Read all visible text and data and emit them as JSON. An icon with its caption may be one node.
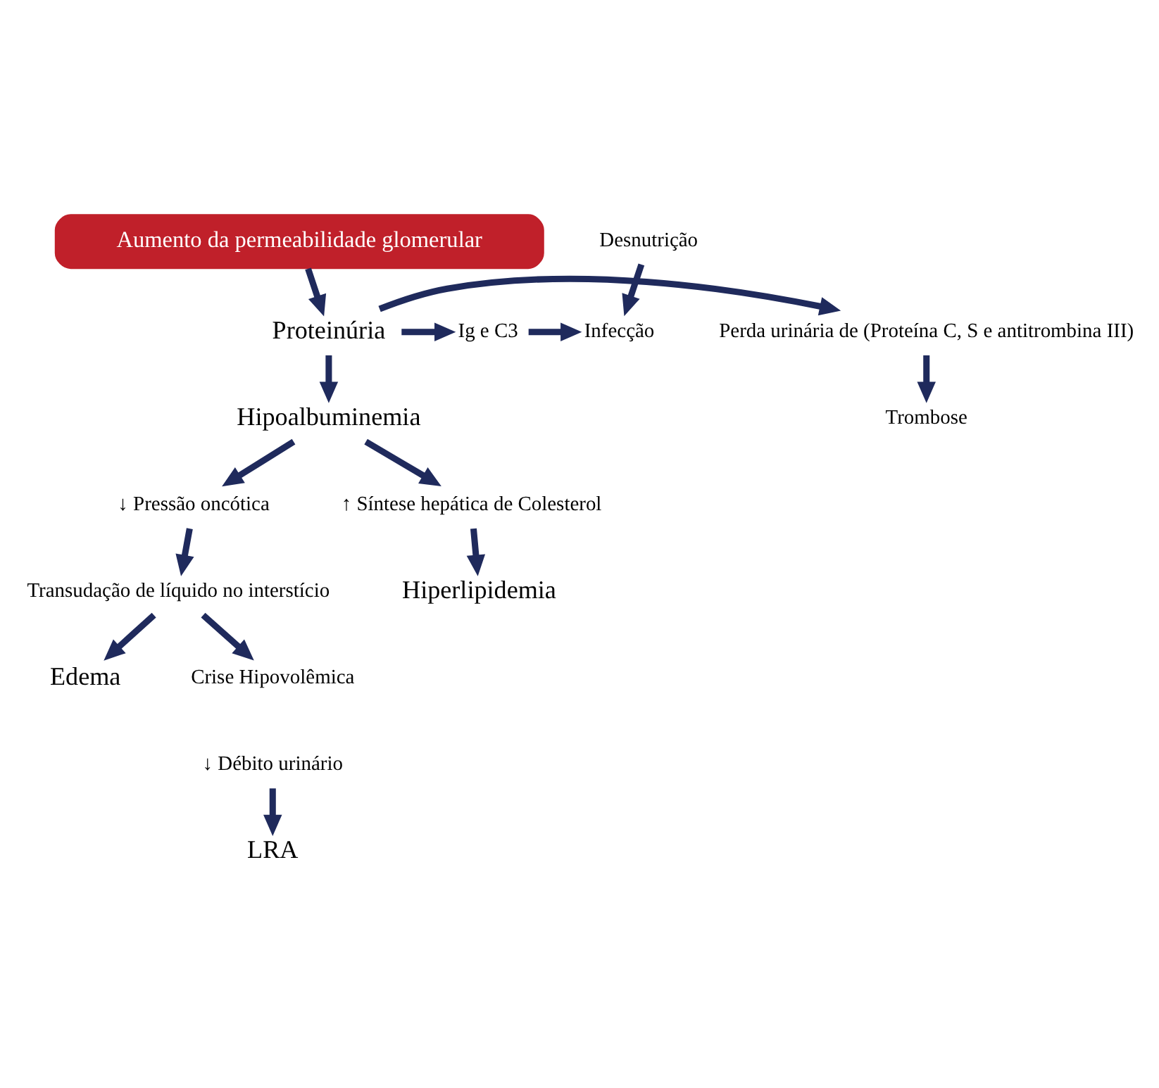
{
  "diagram": {
    "nodes": [
      {
        "text": [
          "Aumento da permeabilidade glomerular"
        ]
      },
      {
        "text": [
          "Proteinúria"
        ]
      },
      {
        "text": [
          "Perda urinária de (Proteína C, S e antitrombina III)"
        ]
      },
      {
        "text": [
          "Ig e C3"
        ]
      },
      {
        "text": [
          "Infecção"
        ]
      },
      {
        "text": [
          "Desnutrição"
        ]
      },
      {
        "text": [
          "Trombose"
        ]
      },
      {
        "text": [
          "Hipoalbuminemia"
        ]
      },
      {
        "text": [
          "↓ Pressão oncótica"
        ]
      },
      {
        "text": [
          "↑ Síntese hepática de Colesterol"
        ]
      },
      {
        "text": [
          "Transudação de líquido no interstício"
        ]
      },
      {
        "text": [
          "Edema"
        ]
      },
      {
        "text": [
          "Hiperlipidemia"
        ]
      },
      {
        "text": [
          "Crise Hipovolêmica"
        ]
      },
      {
        "text": [
          "↓ Débito urinário"
        ]
      },
      {
        "text": [
          "LRA"
        ]
      }
    ],
    "edges": [
      {
        "from": 0,
        "to": 1,
        "arrow": "to"
      },
      {
        "from": 1,
        "to": 2,
        "arrow": "to"
      },
      {
        "from": 1,
        "to": 3,
        "arrow": "to"
      },
      {
        "from": 3,
        "to": 4,
        "arrow": "to"
      },
      {
        "from": 5,
        "to": 4,
        "arrow": "to"
      },
      {
        "from": 1,
        "to": 7,
        "arrow": "to"
      },
      {
        "from": 2,
        "to": 6,
        "arrow": "to"
      },
      {
        "from": 7,
        "to": 8,
        "arrow": "to"
      },
      {
        "from": 7,
        "to": 9,
        "arrow": "to"
      },
      {
        "from": 8,
        "to": 10,
        "arrow": "to"
      },
      {
        "from": 10,
        "to": 11,
        "arrow": "to"
      },
      {
        "from": 10,
        "to": 13,
        "arrow": "to"
      },
      {
        "from": 9,
        "to": 12,
        "arrow": "to"
      },
      {
        "from": 14,
        "to": 15,
        "arrow": "to"
      }
    ]
  }
}
